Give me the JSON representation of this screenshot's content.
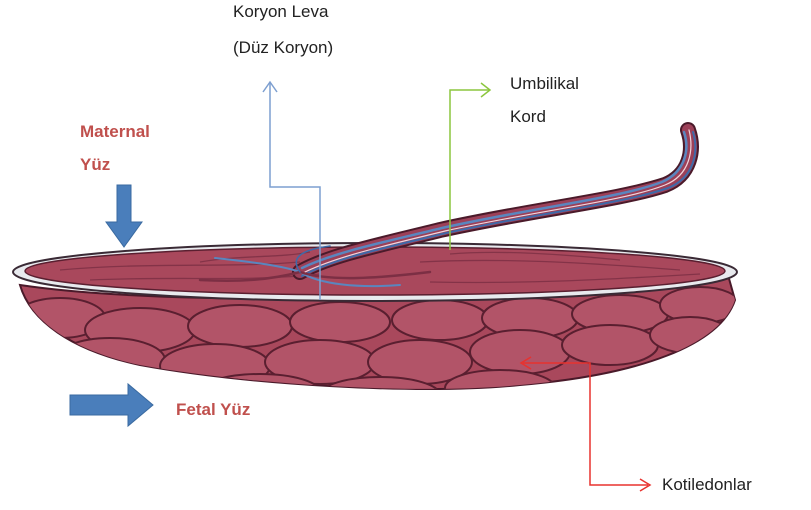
{
  "labels": {
    "koryon_leva_line1": "Koryon Leva",
    "koryon_leva_line2": "(Düz Koryon)",
    "umbilikal_line1": "Umbilikal",
    "umbilikal_line2": "Kord",
    "maternal_line1": "Maternal",
    "maternal_line2": "Yüz",
    "fetal": "Fetal Yüz",
    "kotiledonlar": "Kotiledonlar"
  },
  "colors": {
    "label_red": "#c0504d",
    "placenta": "#a9485c",
    "placenta_dark": "#7c2f44",
    "rim": "#e8eaee",
    "vessel_blue": "#5a86bf",
    "arrow_blue": "#4a7ebb",
    "koryon_line": "#7d9fd0",
    "umbilikal_line": "#8cc63f",
    "kotiledon_line": "#e8322e"
  },
  "icons": [
    "maternal-arrow-icon",
    "fetal-arrow-icon"
  ]
}
